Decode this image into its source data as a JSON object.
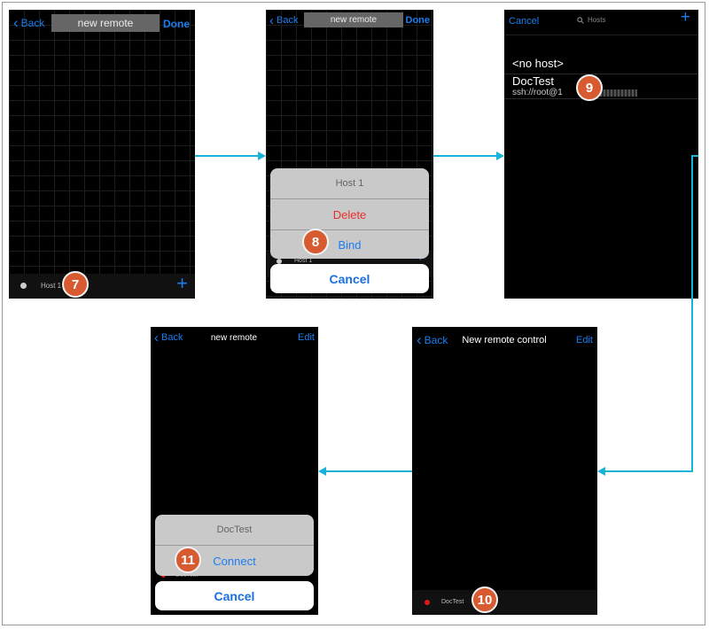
{
  "screen1": {
    "back_label": "Back",
    "title": "new remote",
    "done_label": "Done",
    "host_label": "Host 1",
    "plus": "+",
    "step": "7"
  },
  "screen2": {
    "back_label": "Back",
    "title": "new remote",
    "done_label": "Done",
    "sheet_title": "Host 1",
    "delete_label": "Delete",
    "bind_label": "Bind",
    "cancel_label": "Cancel",
    "host_label": "Host 1",
    "plus": "+",
    "step": "8"
  },
  "screen3": {
    "cancel_label": "Cancel",
    "search_placeholder": "Hosts",
    "plus": "+",
    "items": [
      {
        "title": "<no host>",
        "subtitle": ""
      },
      {
        "title": "DocTest",
        "subtitle": "ssh://root@1"
      }
    ],
    "step": "9"
  },
  "screen4": {
    "back_label": "Back",
    "title": "New remote control",
    "edit_label": "Edit",
    "host_label": "DocTest",
    "step": "10",
    "status_color": "#e01818"
  },
  "screen5": {
    "back_label": "Back",
    "title": "new remote",
    "edit_label": "Edit",
    "sheet_title": "DocTest",
    "connect_label": "Connect",
    "cancel_label": "Cancel",
    "host_label": "DocTest",
    "step": "11"
  },
  "colors": {
    "ios_blue": "#1a7ef0",
    "destructive_red": "#e8302a",
    "badge": "#d85a30",
    "arrow": "#18b4d8"
  }
}
